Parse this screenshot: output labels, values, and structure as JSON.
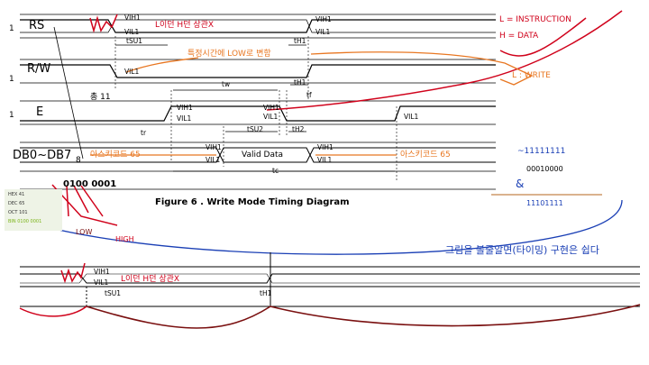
{
  "signals": {
    "rs": "RS",
    "rw": "R/W",
    "e": "E",
    "db": "DB0~DB7",
    "one_marks": [
      "1",
      "1",
      "1"
    ],
    "db_mark": "8"
  },
  "voltage_labels": {
    "vih1": "VIH1",
    "vil1": "VIL1",
    "vih1_b": "VIH1",
    "vil1_b": "VIL1",
    "vil1_rw": "VIL1",
    "vih1_e1": "VIH1",
    "vil1_e1": "VIL1",
    "vih1_e2": "VIH1",
    "vil1_e2": "VIL1",
    "vil1_e3": "VIL1",
    "vih1_d1": "VIH1",
    "vil1_d1": "VIL1",
    "vih1_d2": "VIH1",
    "vil1_d2": "VIL1",
    "vih1_bottom": "VIH1",
    "vil1_bottom": "VIL1"
  },
  "timing_labels": {
    "tsu1": "tSU1",
    "th1": "tH1",
    "th1_b": "tH1",
    "tw": "tw",
    "tf": "tf",
    "tr": "tr",
    "tsu2": "tSU2",
    "th2": "tH2",
    "tc": "tc",
    "valid_data": "Valid  Data",
    "tsu1_bottom": "tSU1",
    "th1_bottom": "tH1"
  },
  "figure_caption": "Figure 6 .  Write Mode Timing Diagram",
  "annotations": {
    "l_h_no_matter": "L이던 H던 상관X",
    "low_specific_time": "특정시간에 LOW로 변함",
    "l_instruction": "L = INSTRUCTION",
    "h_data": "H = DATA",
    "l_write": "L : WRITE",
    "total_11": "총 11",
    "ascii_left": "아스키코드 65",
    "ascii_right": "아스키코드 65",
    "binary": "0100 0001",
    "low": "LOW",
    "high": "HIGH",
    "not_ones": "~11111111",
    "bin_10000": "00010000",
    "amp": "&",
    "bin_11101111": "11101111",
    "easy_note": "그림을 볼줄알면(타이밍) 구현은 쉽다",
    "l_h_no_matter_bottom": "L이던 H던 상관X"
  },
  "calc_panel": {
    "hex": "HEX  41",
    "dec": "DEC  65",
    "oct": "OCT  101",
    "bin": "BIN  0100 0001"
  },
  "colors": {
    "ink": "#000000",
    "red": "#d0021b",
    "orange": "#e87722",
    "blue": "#1a3fb5",
    "dark_red": "#7a1010"
  }
}
